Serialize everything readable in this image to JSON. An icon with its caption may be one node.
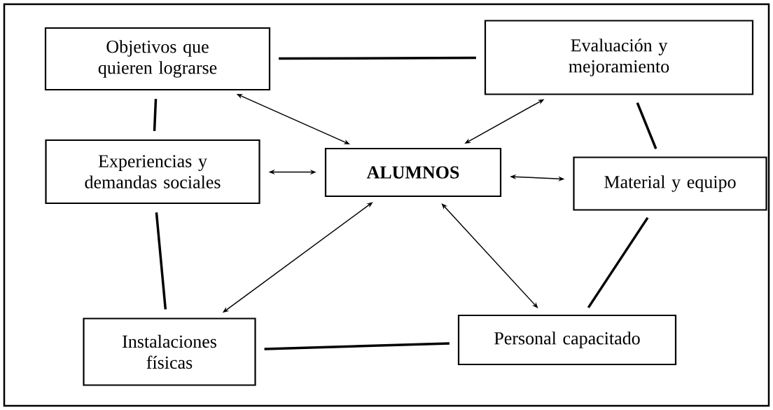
{
  "diagram": {
    "nodes": [
      {
        "text": [
          "Objetivos que quieren lograrse"
        ]
      },
      {
        "text": [
          "Evaluación y mejoramiento"
        ]
      },
      {
        "text": [
          "Experiencias y demandas sociales"
        ]
      },
      {
        "text": [
          "ALUMNOS"
        ]
      },
      {
        "text": [
          "Material y equipo"
        ]
      },
      {
        "text": [
          "Instalaciones físicas"
        ]
      },
      {
        "text": [
          "Personal capacitado"
        ]
      }
    ],
    "edges": [
      {
        "from": 0,
        "to": 1,
        "arrow": "none",
        "style": "thick"
      },
      {
        "from": 0,
        "to": 3,
        "arrow": "both"
      },
      {
        "from": 1,
        "to": 3,
        "arrow": "both"
      },
      {
        "from": 0,
        "to": 2,
        "arrow": "none",
        "style": "thick"
      },
      {
        "from": 2,
        "to": 3,
        "arrow": "both"
      },
      {
        "from": 1,
        "to": 4,
        "arrow": "none",
        "style": "thick"
      },
      {
        "from": 3,
        "to": 4,
        "arrow": "both"
      },
      {
        "from": 2,
        "to": 5,
        "arrow": "none",
        "style": "thick"
      },
      {
        "from": 3,
        "to": 5,
        "arrow": "both"
      },
      {
        "from": 3,
        "to": 6,
        "arrow": "both"
      },
      {
        "from": 4,
        "to": 6,
        "arrow": "none",
        "style": "thick"
      },
      {
        "from": 5,
        "to": 6,
        "arrow": "none",
        "style": "thick"
      }
    ]
  }
}
